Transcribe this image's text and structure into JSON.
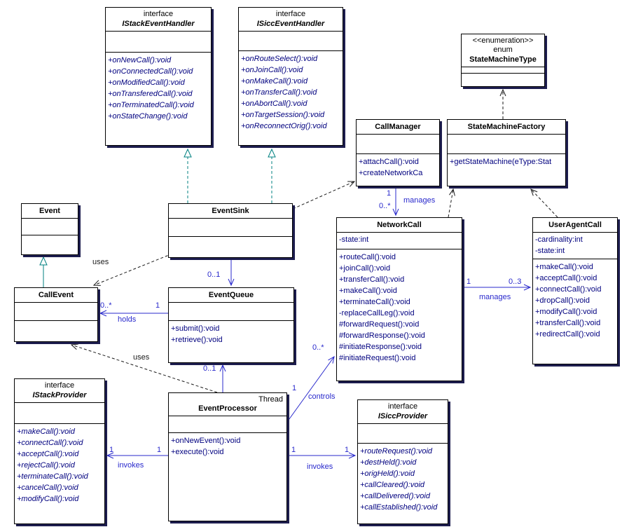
{
  "colors": {
    "member_text": "#00007f",
    "association": "#2828cc",
    "realization": "#008080",
    "dependency": "#1a1a1a",
    "box_shadow": "#1d1d4e"
  },
  "classes": {
    "IStackEventHandler": {
      "stereotype": "interface",
      "name": "IStackEventHandler",
      "attributes": [],
      "methods": [
        "+onNewCall():void",
        "+onConnectedCall():void",
        "+onModifiedCall():void",
        "+onTransferedCall():void",
        "+onTerminatedCall():void",
        "+onStateChange():void"
      ]
    },
    "ISiccEventHandler": {
      "stereotype": "interface",
      "name": "ISiccEventHandler",
      "attributes": [],
      "methods": [
        "+onRouteSelect():void",
        "+onJoinCall():void",
        "+onMakeCall():void",
        "+onTransferCall():void",
        "+onAbortCall():void",
        "+onTargetSession():void",
        "+onReconnectOrig():void"
      ]
    },
    "StateMachineType": {
      "stereotype": "<<enumeration>>",
      "keyword": "enum",
      "name": "StateMachineType",
      "attributes": [],
      "methods": []
    },
    "CallManager": {
      "name": "CallManager",
      "attributes": [],
      "methods": [
        "+attachCall():void",
        "+createNetworkCa"
      ]
    },
    "StateMachineFactory": {
      "name": "StateMachineFactory",
      "attributes": [],
      "methods": [
        "+getStateMachine(eType:Stat"
      ]
    },
    "Event": {
      "name": "Event",
      "attributes": [],
      "methods": []
    },
    "EventSink": {
      "name": "EventSink",
      "attributes": [],
      "methods": []
    },
    "NetworkCall": {
      "name": "NetworkCall",
      "attributes": [
        "-state:int"
      ],
      "methods": [
        "+routeCall():void",
        "+joinCall():void",
        "+transferCall():void",
        "+makeCall():void",
        "+terminateCall():void",
        "-replaceCallLeg():void",
        "#forwardRequest():void",
        "#forwardResponse():void",
        "#initiateResponse():void",
        "#initiateRequest():void"
      ]
    },
    "UserAgentCall": {
      "name": "UserAgentCall",
      "attributes": [
        "-cardinality:int",
        "-state:int"
      ],
      "methods": [
        "+makeCall():void",
        "+acceptCall():void",
        "+connectCall():void",
        "+dropCall():void",
        "+modifyCall():void",
        "+transferCall():void",
        "+redirectCall():void"
      ]
    },
    "CallEvent": {
      "name": "CallEvent",
      "attributes": [],
      "methods": []
    },
    "EventQueue": {
      "name": "EventQueue",
      "attributes": [],
      "methods": [
        "+submit():void",
        "+retrieve():void"
      ]
    },
    "IStackProvider": {
      "stereotype": "interface",
      "name": "IStackProvider",
      "attributes": [],
      "methods": [
        "+makeCall():void",
        "+connectCall():void",
        "+acceptCall():void",
        "+rejectCall():void",
        "+terminateCall():void",
        "+cancelCall():void",
        "+modifyCall():void"
      ]
    },
    "EventProcessor": {
      "tag": "Thread",
      "name": "EventProcessor",
      "attributes": [],
      "methods": [
        "+onNewEvent():void",
        "+execute():void"
      ]
    },
    "ISiccProvider": {
      "stereotype": "interface",
      "name": "ISiccProvider",
      "attributes": [],
      "methods": [
        "+routeRequest():void",
        "+destHeld():void",
        "+origHeld():void",
        "+callCleared():void",
        "+callDelivered():void",
        "+callEstablished():void"
      ]
    }
  },
  "labels": {
    "uses_eventsink": "uses",
    "uses_eventprocessor": "uses",
    "holds": "holds",
    "holds_callevent_mult": "0..*",
    "holds_eventqueue_mult": "1",
    "eventsink_eventqueue_mult": "0..1",
    "eventprocessor_eventqueue_mult": "0..1",
    "controls": "controls",
    "controls_src_mult": "1",
    "controls_tgt_mult": "0..*",
    "invokes_stack": "invokes",
    "invokes_stack_src_mult": "1",
    "invokes_stack_tgt_mult": "1",
    "invokes_sicc": "invokes",
    "invokes_sicc_src_mult": "1",
    "invokes_sicc_tgt_mult": "1",
    "manages_networkcall": "manages",
    "manages_networkcall_src_mult": "1",
    "manages_networkcall_tgt_mult": "0..*",
    "manages_useragent": "manages",
    "manages_useragent_src_mult": "1",
    "manages_useragent_tgt_mult": "0..3"
  }
}
